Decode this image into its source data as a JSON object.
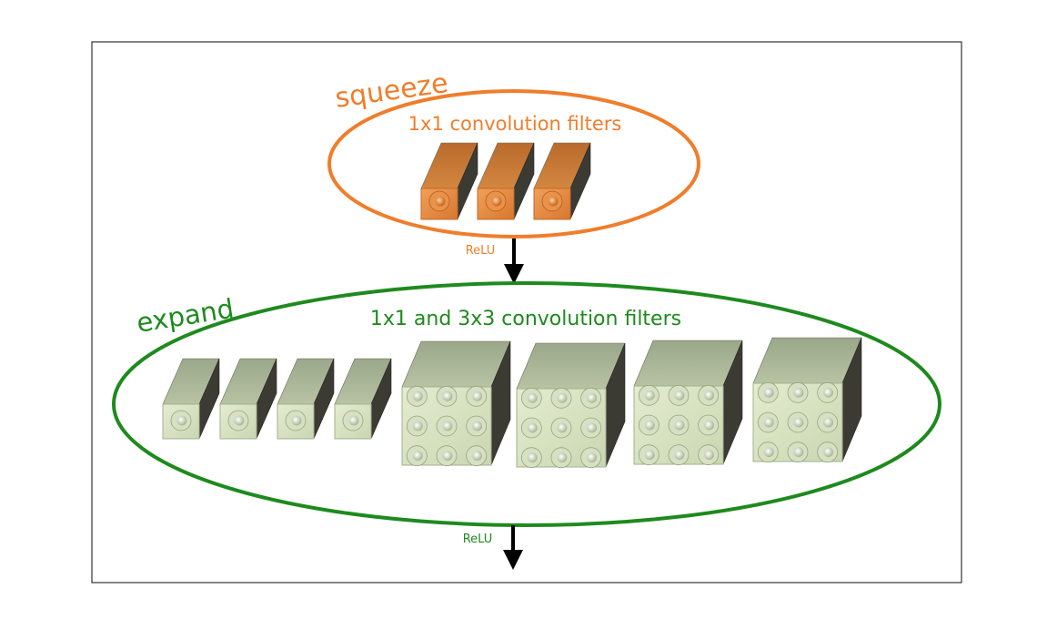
{
  "squeeze": {
    "title": "squeeze",
    "subtitle": "1x1 convolution filters",
    "activation": "ReLU",
    "color": "#f07d2b",
    "filter_count": 3,
    "filter_kernel": "1x1"
  },
  "expand": {
    "title": "expand",
    "subtitle": "1x1 and 3x3 convolution filters",
    "activation": "ReLU",
    "color": "#1e8a1e",
    "filters_1x1_count": 4,
    "filters_3x3_count": 4
  },
  "colors": {
    "frame": "#333333",
    "arrow": "#000000",
    "filter_orange_front": "#d9823a",
    "filter_green_front": "#b9c7a2",
    "filter_dark_side": "#3b3a33"
  }
}
